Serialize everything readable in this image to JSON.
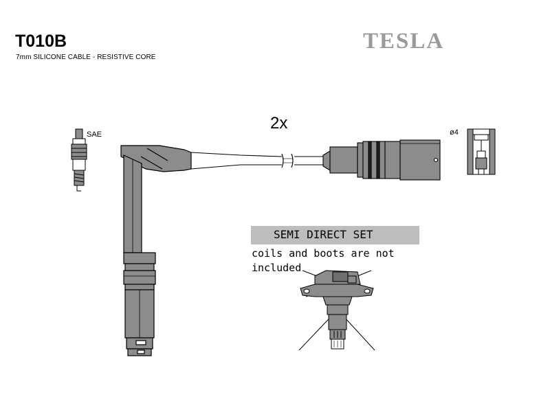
{
  "header": {
    "part_code": "T010B",
    "subtitle": "7mm SILICONE CABLE - RESISTIVE CORE",
    "brand": "TESLA"
  },
  "diagram": {
    "quantity": "2x",
    "spark_plug_label": "SAE",
    "diameter_label": "ø4",
    "note_title": "SEMI DIRECT SET",
    "note_line1": "coils and boots are not",
    "note_line2": "included"
  },
  "colors": {
    "cable_fill": "#8c8c8c",
    "box_fill": "#bdbdbd",
    "brand_color": "#9a9a9a",
    "outline": "#000000"
  }
}
